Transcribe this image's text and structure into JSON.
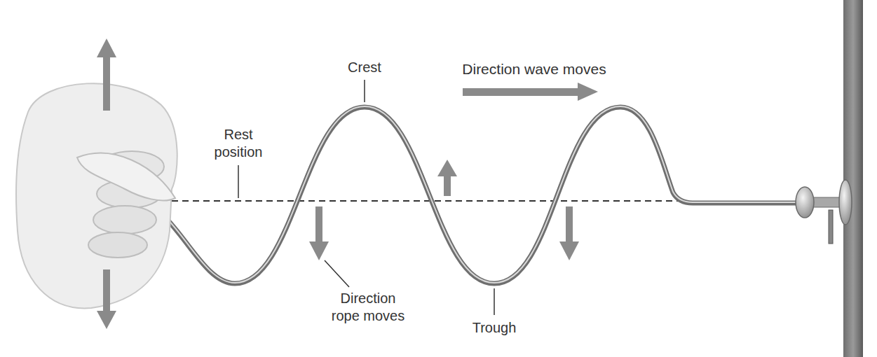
{
  "diagram": {
    "labels": [
      "Crest",
      "Direction wave moves",
      "Rest position",
      "Direction rope moves",
      "Trough"
    ]
  }
}
